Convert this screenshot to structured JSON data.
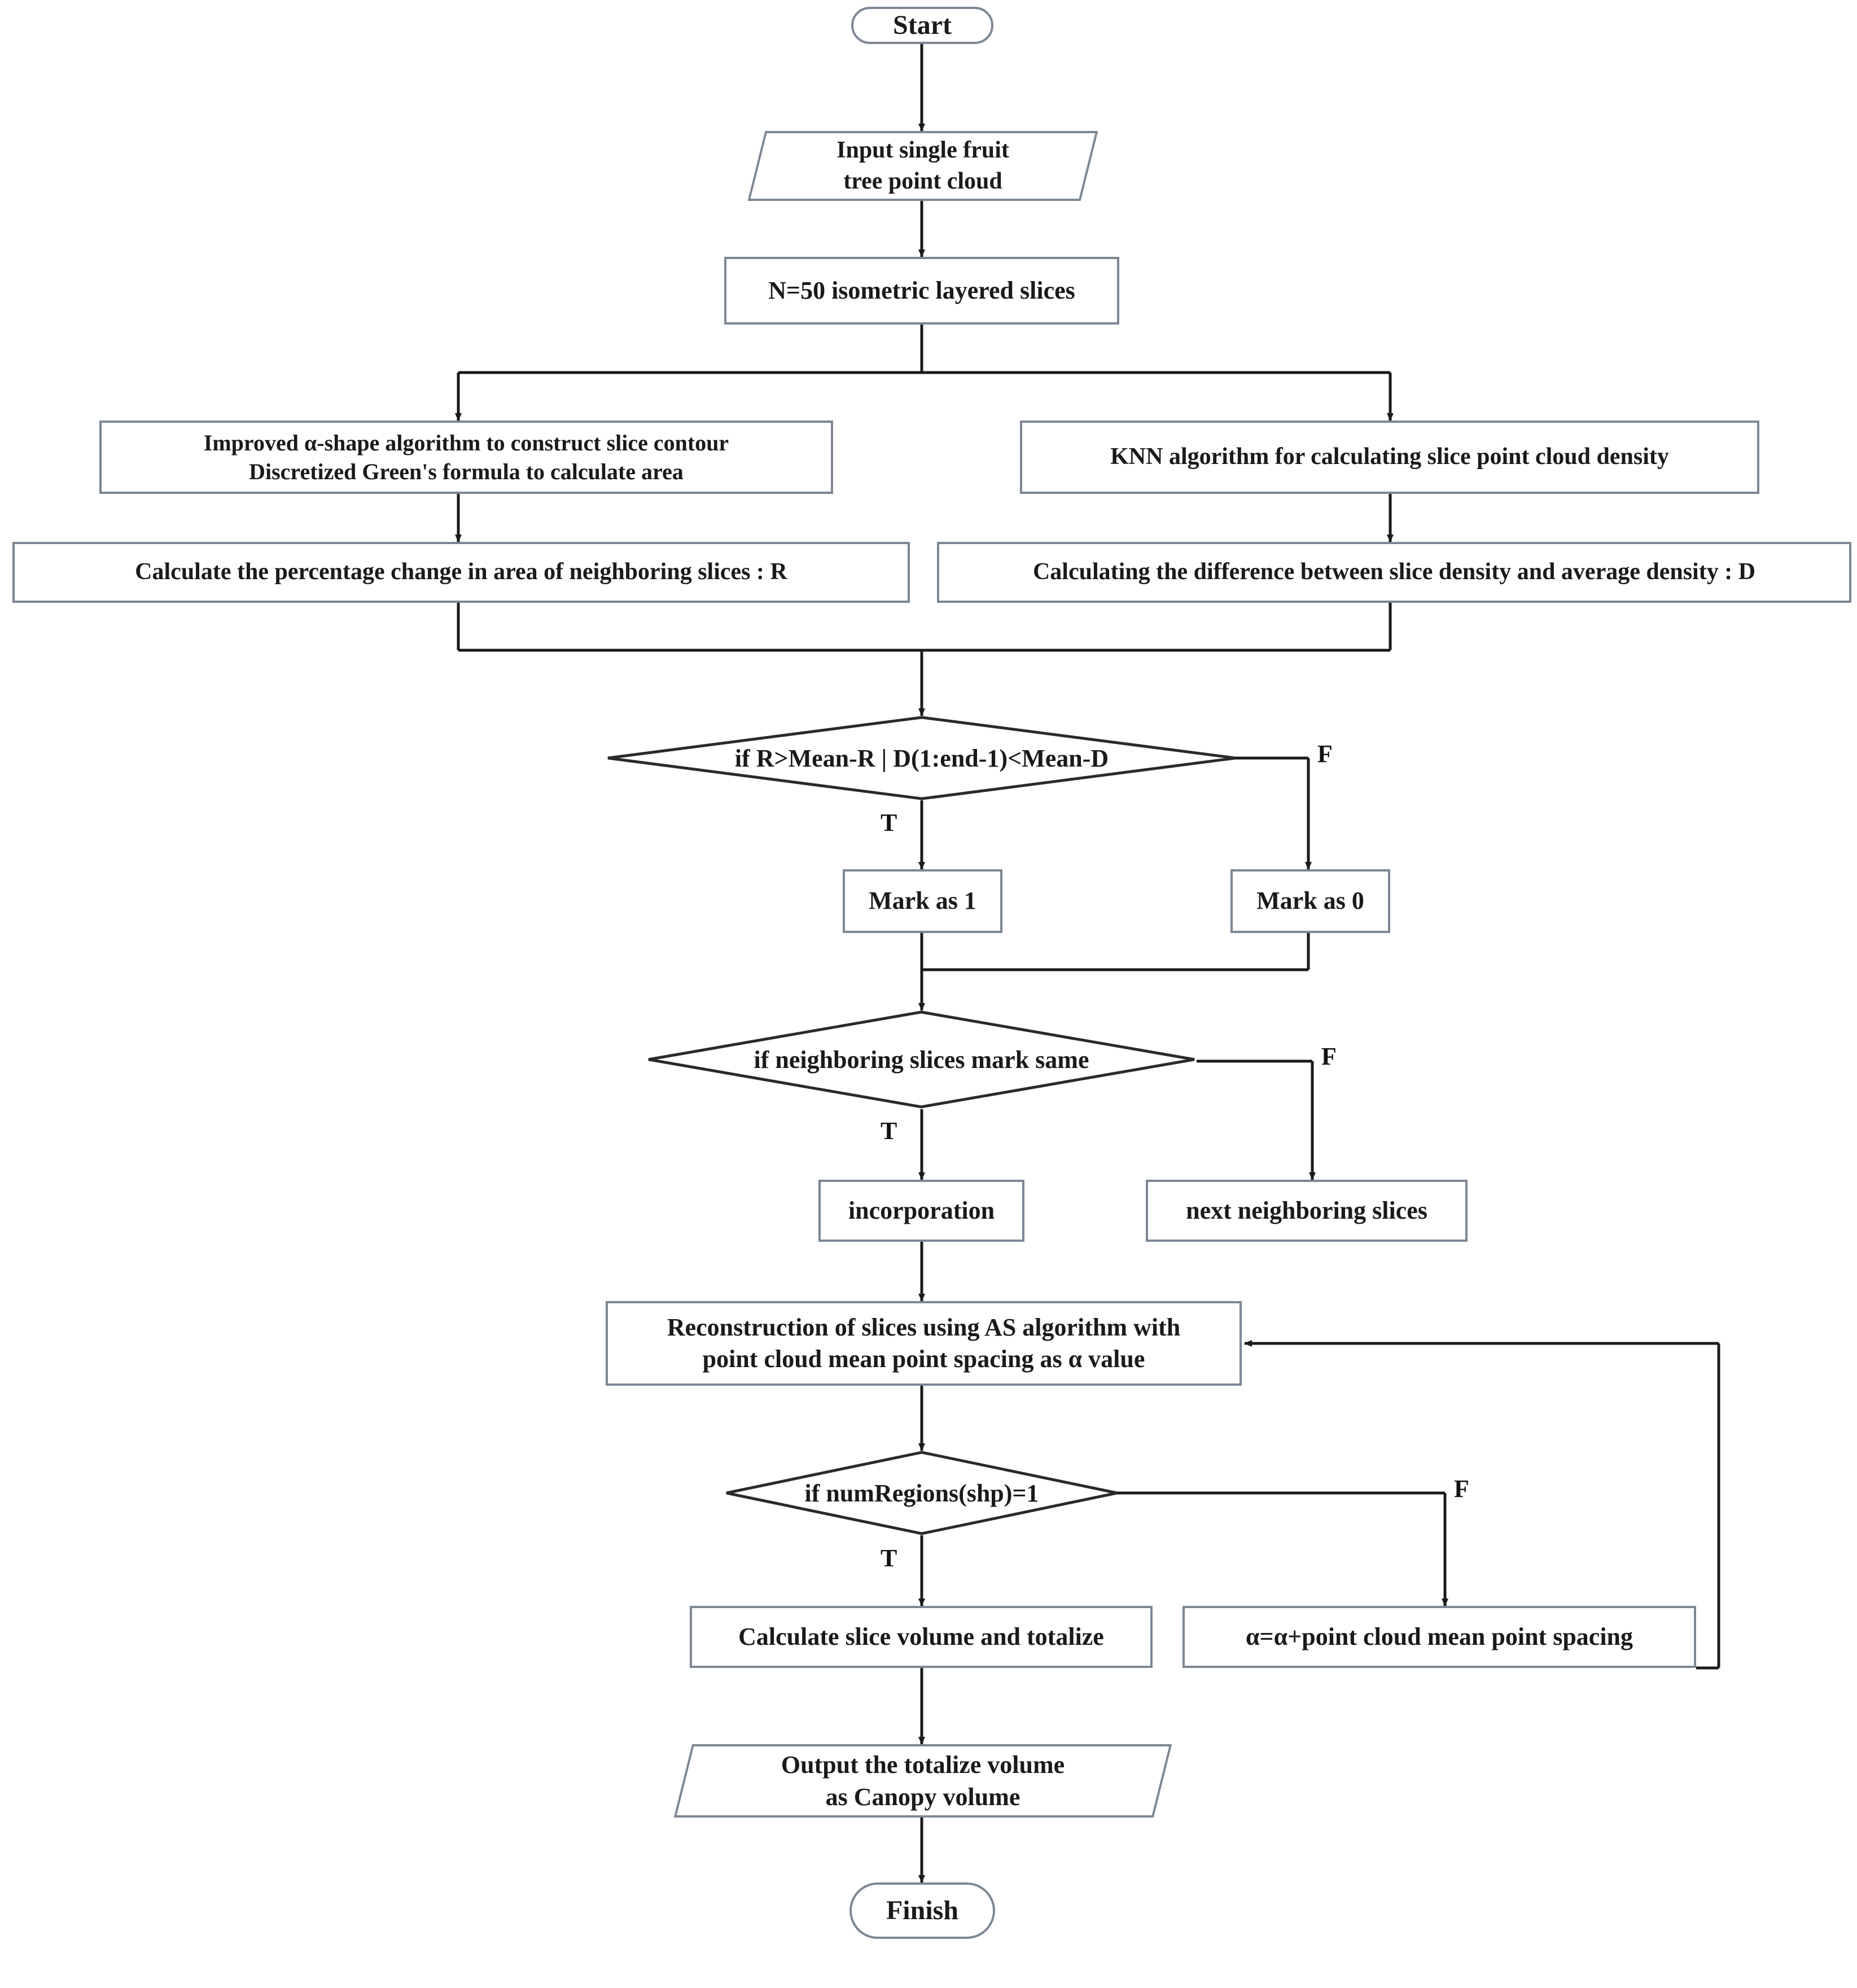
{
  "diagram": {
    "title": "Canopy volume calculation flowchart",
    "style": {
      "node_border": "#7d8794",
      "line": "#1a1a1a",
      "background": "#ffffff",
      "text": "#1a1a1a"
    },
    "nodes": {
      "start": {
        "label": "Start",
        "shape": "terminator"
      },
      "input": {
        "label_line1": "Input single fruit",
        "label_line2": "tree point cloud",
        "shape": "io"
      },
      "slices": {
        "label": "N=50 isometric layered slices",
        "shape": "process"
      },
      "alpha_shape": {
        "label_line1": "Improved α-shape algorithm to construct slice contour",
        "label_line2": "Discretized Green's formula to calculate area",
        "shape": "process"
      },
      "knn": {
        "label": "KNN algorithm for calculating slice point cloud density",
        "shape": "process"
      },
      "area_change": {
        "label": "Calculate the percentage change in area of neighboring slices : R",
        "shape": "process"
      },
      "density_diff": {
        "label": "Calculating the difference between slice density and average density : D",
        "shape": "process"
      },
      "decision_rd": {
        "label": "if R>Mean-R | D(1:end-1)<Mean-D",
        "shape": "decision"
      },
      "mark1": {
        "label": "Mark as 1",
        "shape": "process"
      },
      "mark0": {
        "label": "Mark as 0",
        "shape": "process"
      },
      "decision_same": {
        "label": "if neighboring slices mark same",
        "shape": "decision"
      },
      "incorporation": {
        "label": "incorporation",
        "shape": "process"
      },
      "next_slices": {
        "label": "next neighboring slices",
        "shape": "process"
      },
      "reconstruction": {
        "label_line1": "Reconstruction of slices using AS algorithm with",
        "label_line2": "point cloud mean point spacing as α value",
        "shape": "process"
      },
      "decision_regions": {
        "label": "if numRegions(shp)=1",
        "shape": "decision"
      },
      "volume": {
        "label": "Calculate slice volume and totalize",
        "shape": "process"
      },
      "alpha_increment": {
        "label": "α=α+point cloud mean point spacing",
        "shape": "process"
      },
      "output": {
        "label_line1": "Output the totalize volume",
        "label_line2": "as Canopy volume",
        "shape": "io"
      },
      "finish": {
        "label": "Finish",
        "shape": "terminator"
      }
    },
    "edge_labels": {
      "rd_true": "T",
      "rd_false": "F",
      "same_true": "T",
      "same_false": "F",
      "regions_true": "T",
      "regions_false": "F"
    }
  }
}
